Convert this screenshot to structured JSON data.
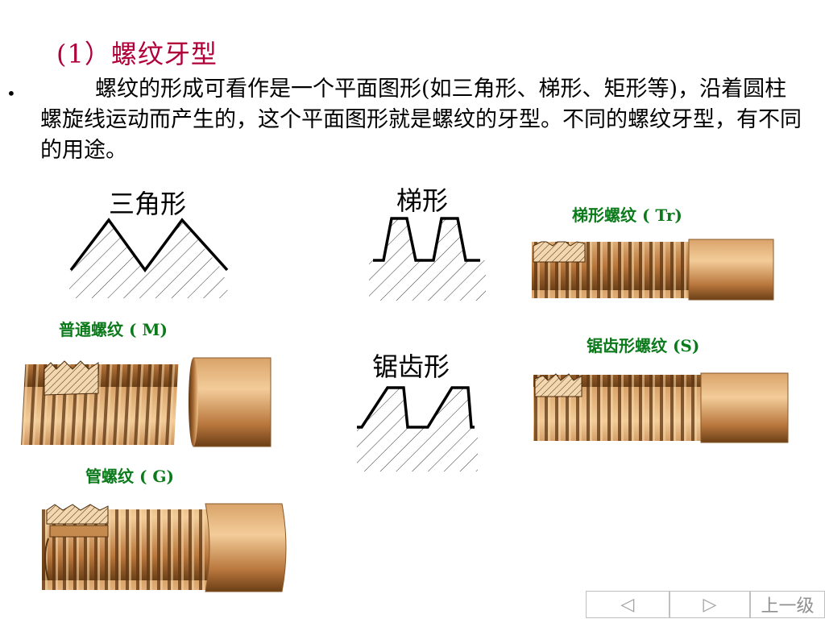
{
  "slide": {
    "title": "(1）螺纹牙型",
    "bullet": "•",
    "paragraph": "螺纹的形成可看作是一个平面图形(如三角形、梯形、矩形等)，沿着圆柱螺旋线运动而产生的，这个平面图形就是螺纹的牙型。不同的螺纹牙型，有不同的用途。"
  },
  "profiles": {
    "triangle": "三角形",
    "trapezoid": "梯形",
    "sawtooth": "锯齿形"
  },
  "threads": {
    "metric": "普通螺纹 ( M)",
    "pipe": "管螺纹 ( G)",
    "trapezoidal": "梯形螺纹 ( Tr)",
    "buttress": "锯齿形螺纹 (S)"
  },
  "colors": {
    "title": "#b0003a",
    "thread_label": "#0b7a1b",
    "copper_light": "#f0c48e",
    "copper_mid": "#c98b4e",
    "copper_dark": "#6b3f16"
  },
  "nav": {
    "prev_icon": "◁",
    "next_icon": "▷",
    "up_label": "上一级"
  }
}
